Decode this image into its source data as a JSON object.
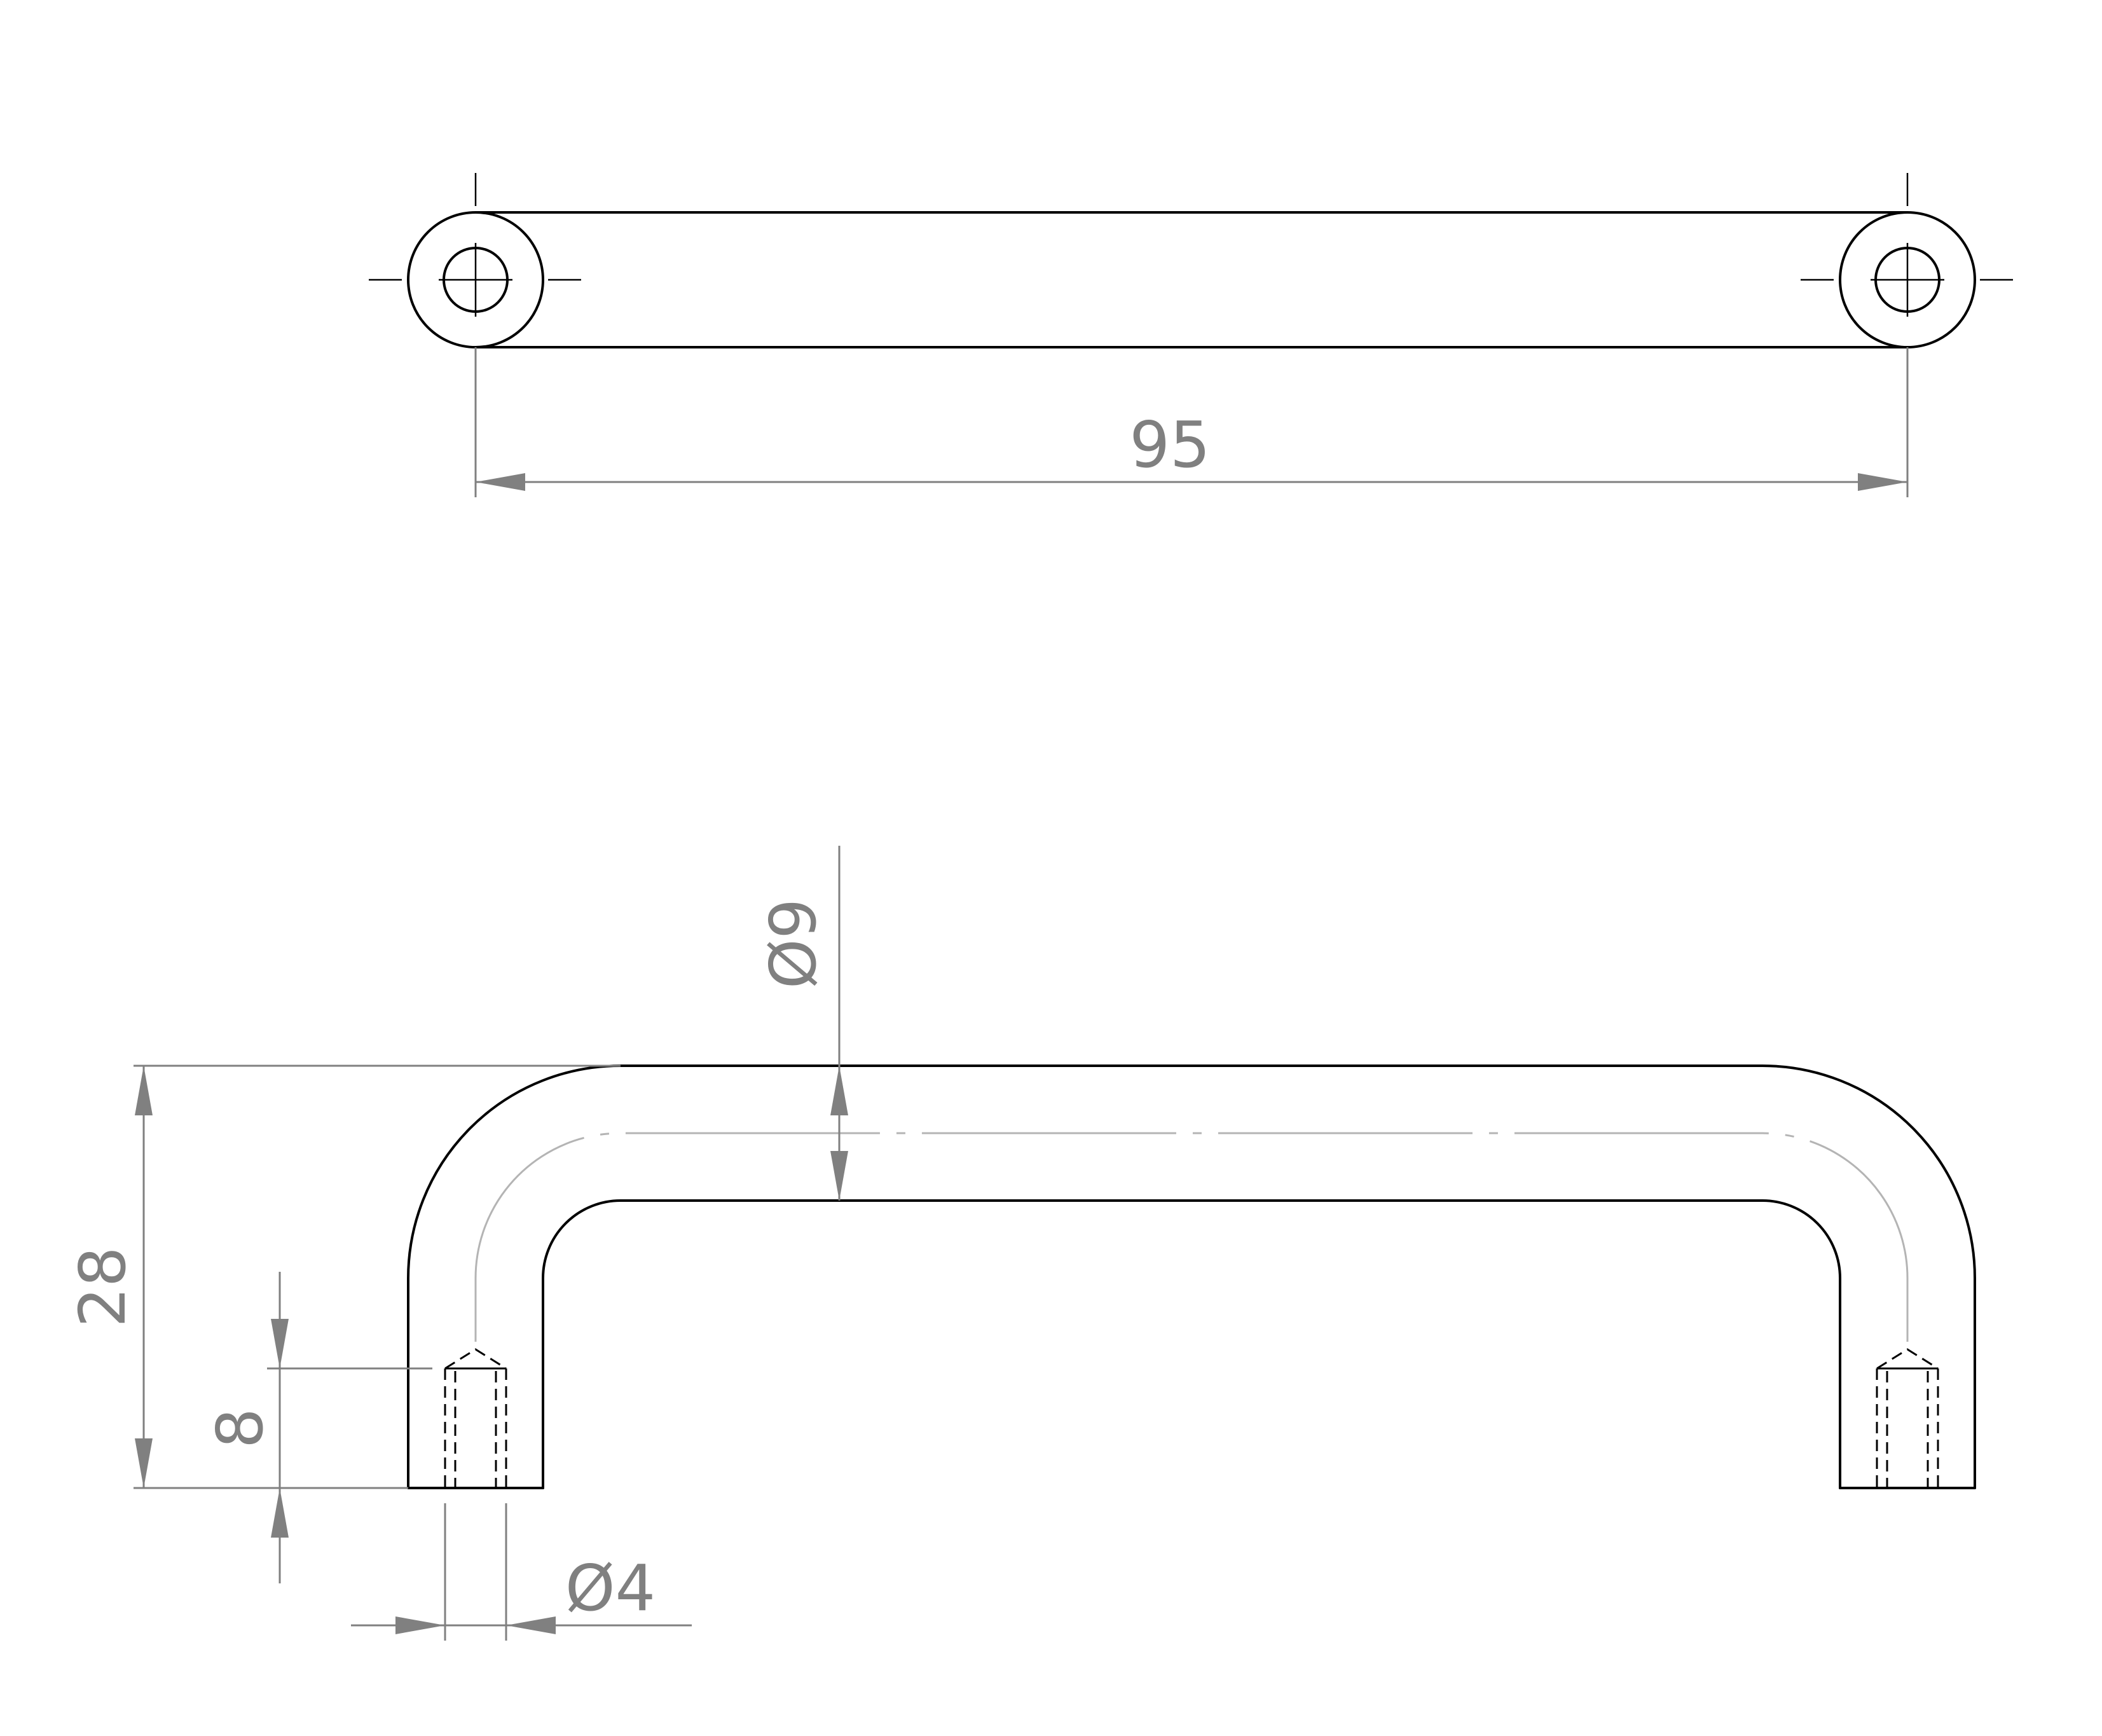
{
  "drawing": {
    "dimensions": {
      "hole_spacing": "95",
      "bar_diameter": "Ø9",
      "height": "28",
      "thread_depth": "8",
      "thread_diameter": "Ø4"
    }
  },
  "colors": {
    "object_line": "#000000",
    "dimension_line": "#808080",
    "center_line": "#b4b4b4",
    "background": "#ffffff"
  }
}
